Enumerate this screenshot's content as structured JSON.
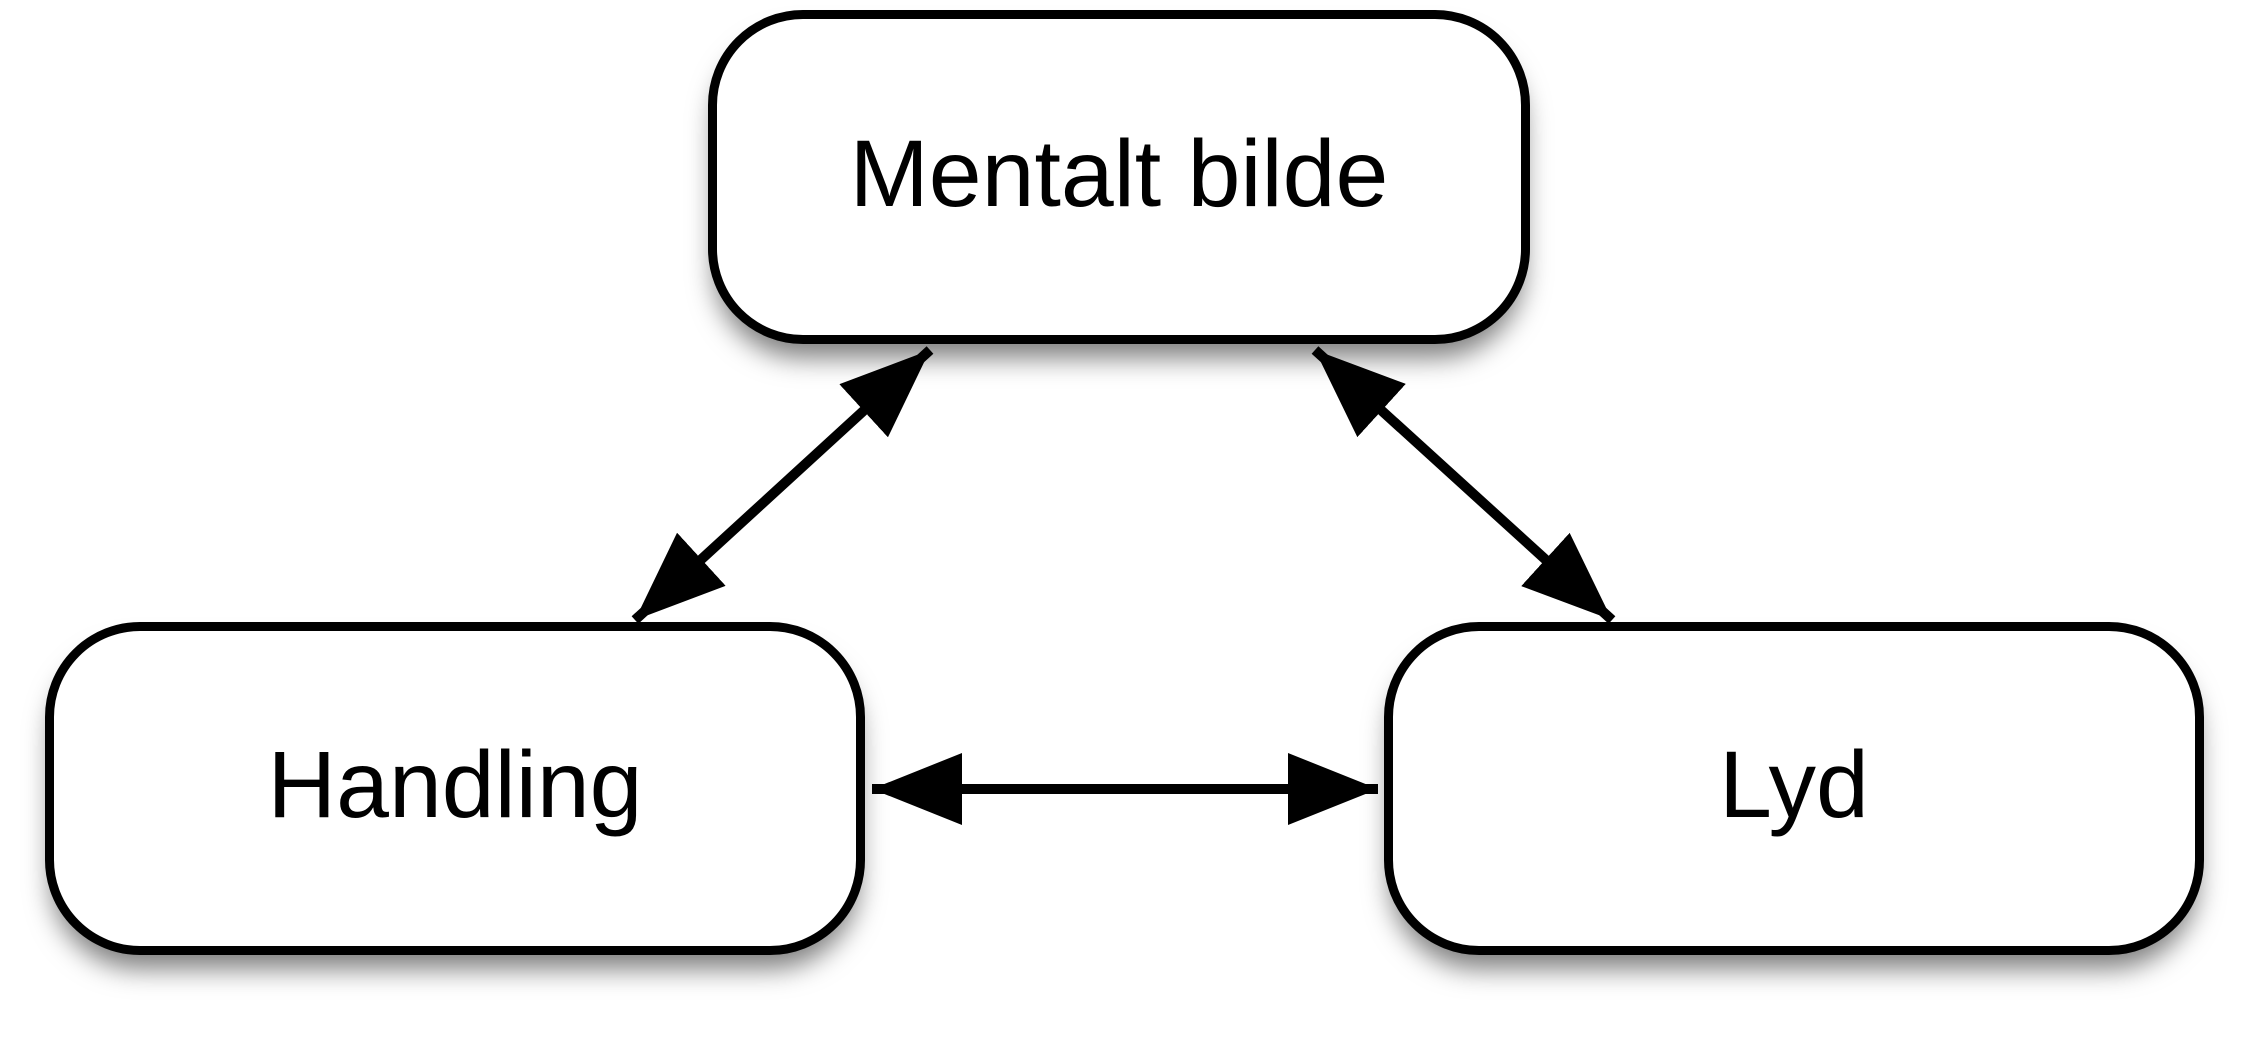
{
  "diagram": {
    "title": "Mentalt bilde / Handling / Lyd relationship diagram",
    "background_color": "#ffffff",
    "node_fill_color": "#ffffff",
    "node_border_color": "#000000",
    "arrow_color": "#000000",
    "nodes": [
      {
        "id": "mentalt-bilde",
        "label": "Mentalt bilde",
        "position": "top-center"
      },
      {
        "id": "handling",
        "label": "Handling",
        "position": "bottom-left"
      },
      {
        "id": "lyd",
        "label": "Lyd",
        "position": "bottom-right"
      }
    ],
    "edges": [
      {
        "from": "mentalt-bilde",
        "to": "handling",
        "direction": "bidirectional"
      },
      {
        "from": "mentalt-bilde",
        "to": "lyd",
        "direction": "bidirectional"
      },
      {
        "from": "handling",
        "to": "lyd",
        "direction": "bidirectional"
      }
    ]
  }
}
